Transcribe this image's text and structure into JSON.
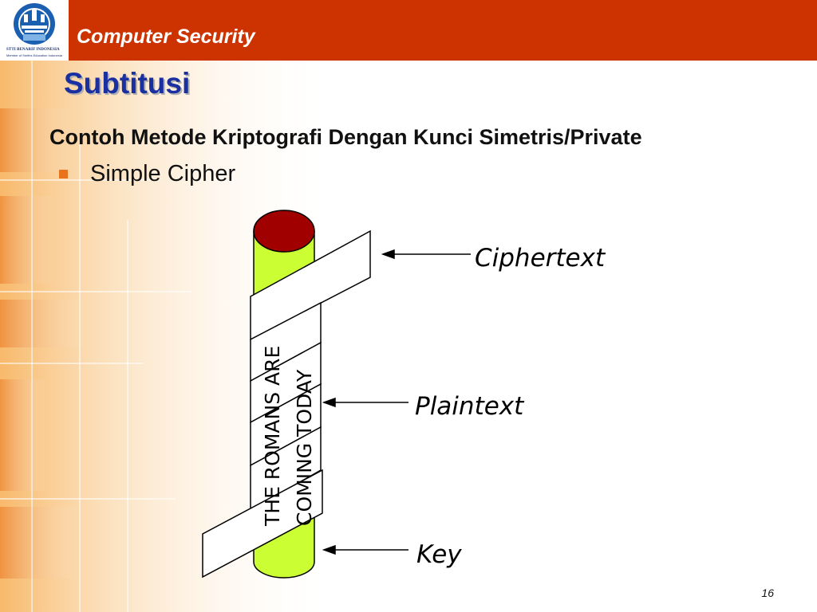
{
  "header": {
    "title": "Computer Security",
    "logo_caption": "STTI BENARIF INDONESIA",
    "logo_subcaption": "Member of Smiths Education Indonesia"
  },
  "slide": {
    "title": "Subtitusi",
    "subtitle": "Contoh Metode Kriptografi Dengan Kunci Simetris/Private",
    "bullets": [
      "Simple Cipher"
    ],
    "page_number": "16"
  },
  "diagram": {
    "ciphertext_label": "Ciphertext",
    "plaintext_label": "Plaintext",
    "key_label": "Key",
    "strip_text_line1": "THE ROMANS ARE",
    "strip_text_line2": "COMING TODAY",
    "colors": {
      "cylinder_body": "#ccff33",
      "cylinder_top": "#a00000",
      "header_bar": "#cc3300",
      "title": "#1a2fa0",
      "bullet": "#e8731c"
    }
  }
}
